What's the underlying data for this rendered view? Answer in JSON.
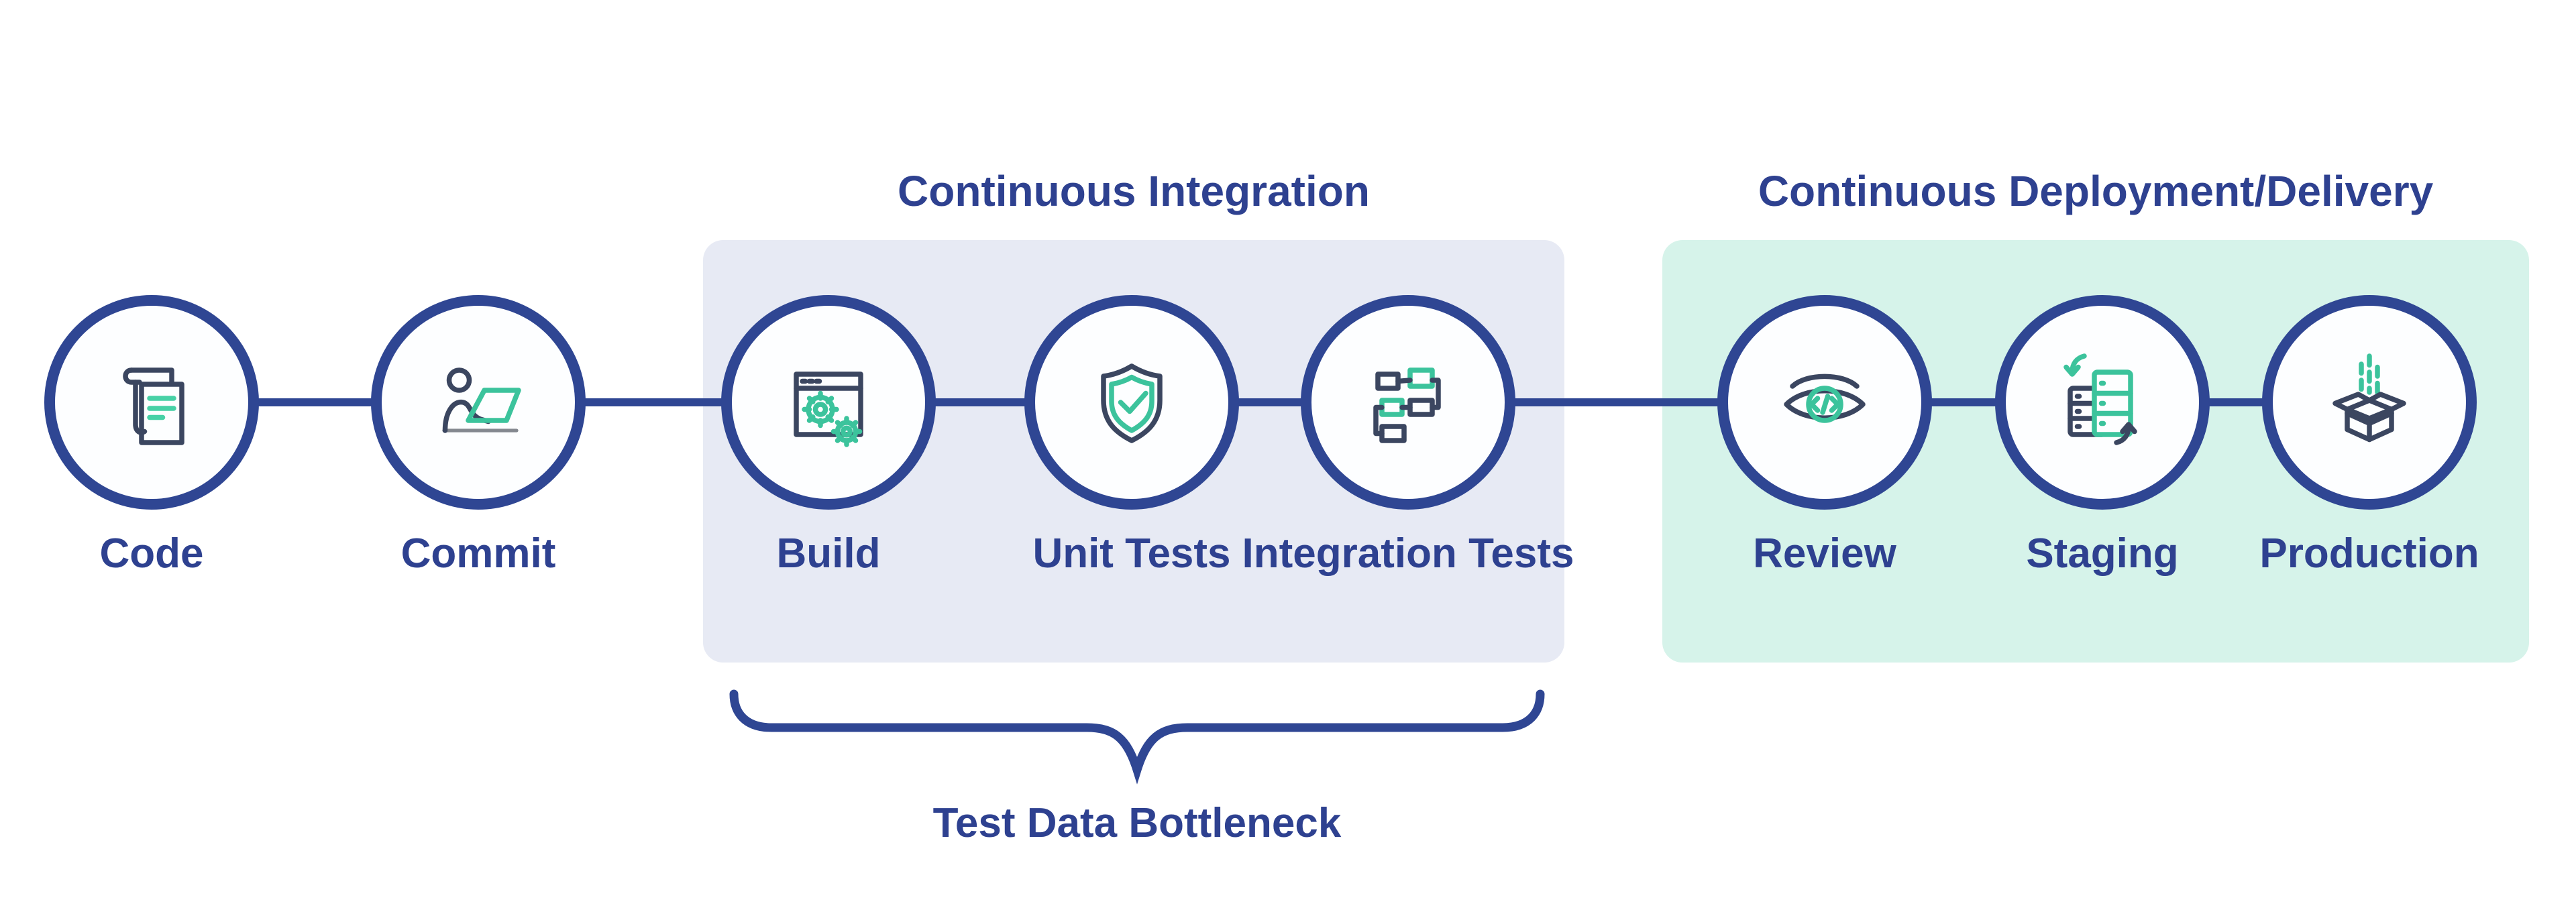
{
  "page": {
    "background": "#ffffff"
  },
  "colors": {
    "navy": "#2f4693",
    "text_navy": "#2e4190",
    "icon_stroke": "#3b4660",
    "green_accent": "#3cc39c",
    "ci_box_bg": "#e7eaf4",
    "cd_box_bg": "#d6f3ea",
    "desk_gray": "#84888f"
  },
  "groups": [
    {
      "id": "ci",
      "title": "Continuous Integration"
    },
    {
      "id": "cd",
      "title": "Continuous Deployment/Delivery"
    }
  ],
  "stages": [
    {
      "label": "Code",
      "icon": "documents-icon",
      "group": null
    },
    {
      "label": "Commit",
      "icon": "person-laptop-icon",
      "group": null
    },
    {
      "label": "Build",
      "icon": "window-gears-icon",
      "group": "ci"
    },
    {
      "label": "Unit Tests",
      "icon": "shield-check-icon",
      "group": "ci"
    },
    {
      "label": "Integration Tests",
      "icon": "blocks-flow-icon",
      "group": "ci"
    },
    {
      "label": "Review",
      "icon": "eye-code-icon",
      "group": "cd"
    },
    {
      "label": "Staging",
      "icon": "servers-sync-icon",
      "group": "cd"
    },
    {
      "label": "Production",
      "icon": "open-box-launch-icon",
      "group": "cd"
    }
  ],
  "annotations": {
    "bottleneck_label": "Test Data Bottleneck"
  }
}
